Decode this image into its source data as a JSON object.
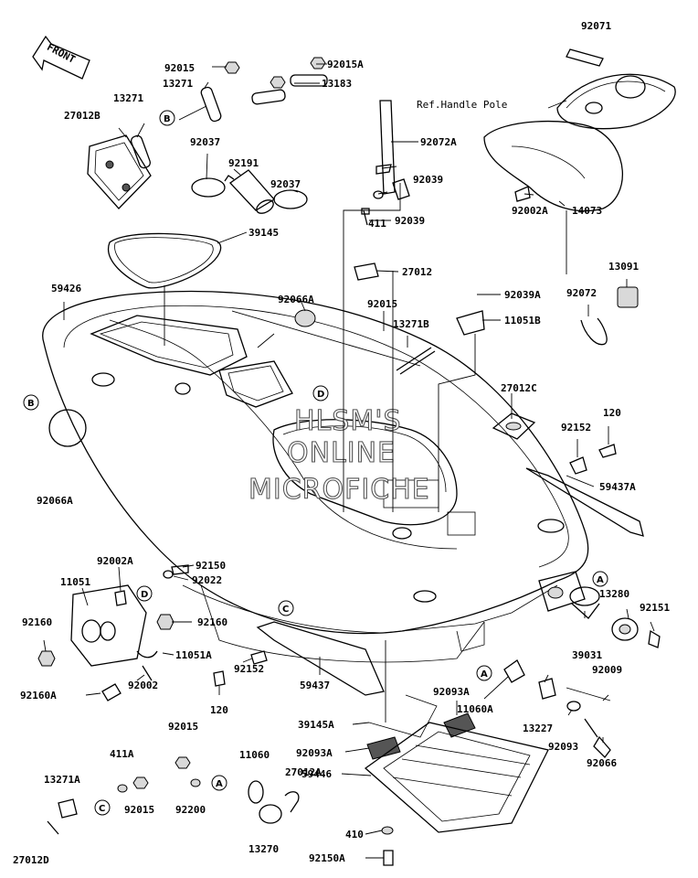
{
  "watermark": [
    "HLSM'S",
    "ONLINE",
    "MICROFICHE"
  ],
  "front_label": "FRONT",
  "ref_note": "Ref.Handle Pole",
  "callout_letters": [
    "A",
    "B",
    "C",
    "D"
  ],
  "part_numbers": [
    "92071",
    "92015",
    "92015A",
    "13271",
    "13183",
    "13271",
    "27012B",
    "92037",
    "92191",
    "92037",
    "92072A",
    "92039",
    "411",
    "92002A",
    "14073",
    "39145",
    "92039",
    "27012",
    "59426",
    "92066A",
    "13091",
    "92039A",
    "92072",
    "92015",
    "11051B",
    "13271B",
    "27012C",
    "120",
    "92152",
    "92066A",
    "59437A",
    "92002A",
    "92150",
    "92022",
    "11051",
    "92160",
    "92160",
    "11051A",
    "92160A",
    "92002",
    "120",
    "92152",
    "59437",
    "39145A",
    "92093A",
    "11060A",
    "13280",
    "92151",
    "39031",
    "92009",
    "13227",
    "92093",
    "92066",
    "92015",
    "411A",
    "13271A",
    "92015",
    "92200",
    "11060",
    "27012A",
    "92093A",
    "59446",
    "410",
    "13270",
    "92150A",
    "27012D"
  ]
}
